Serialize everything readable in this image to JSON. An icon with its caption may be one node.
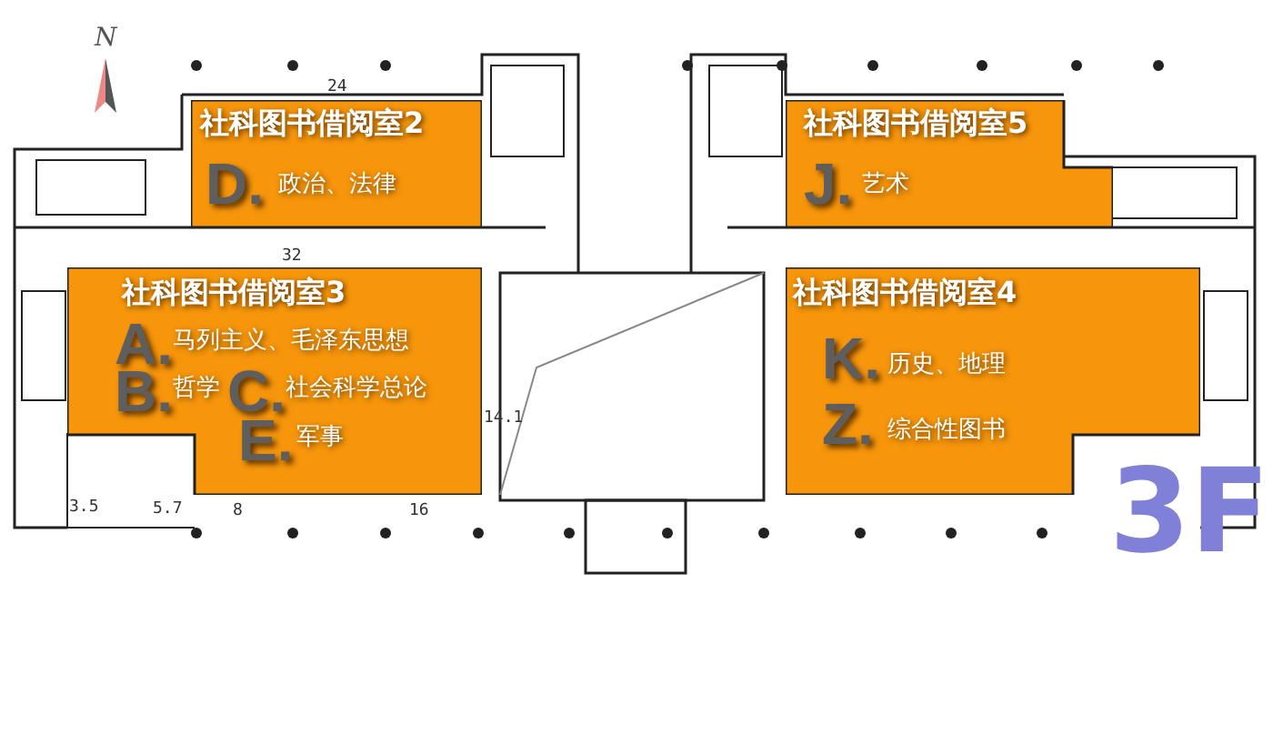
{
  "diagram": {
    "nodes": [
      {
        "text": [
          "社科图书借阅室2",
          "D.",
          "政治、法律"
        ]
      },
      {
        "text": [
          "社科图书借阅室5",
          "J.",
          "艺术"
        ]
      },
      {
        "text": [
          "社科图书借阅室3",
          "A.",
          "马列主义、毛泽东思想",
          "B.",
          "哲学",
          "C.",
          "社会科学总论",
          "E.",
          "军事"
        ]
      },
      {
        "text": [
          "社科图书借阅室4",
          "K.",
          "历史、地理",
          "Z.",
          "综合性图书"
        ]
      }
    ],
    "labels": [
      "N",
      "24",
      "32",
      "3.5",
      "5.7",
      "8",
      "16",
      "14.1",
      "3F"
    ]
  }
}
